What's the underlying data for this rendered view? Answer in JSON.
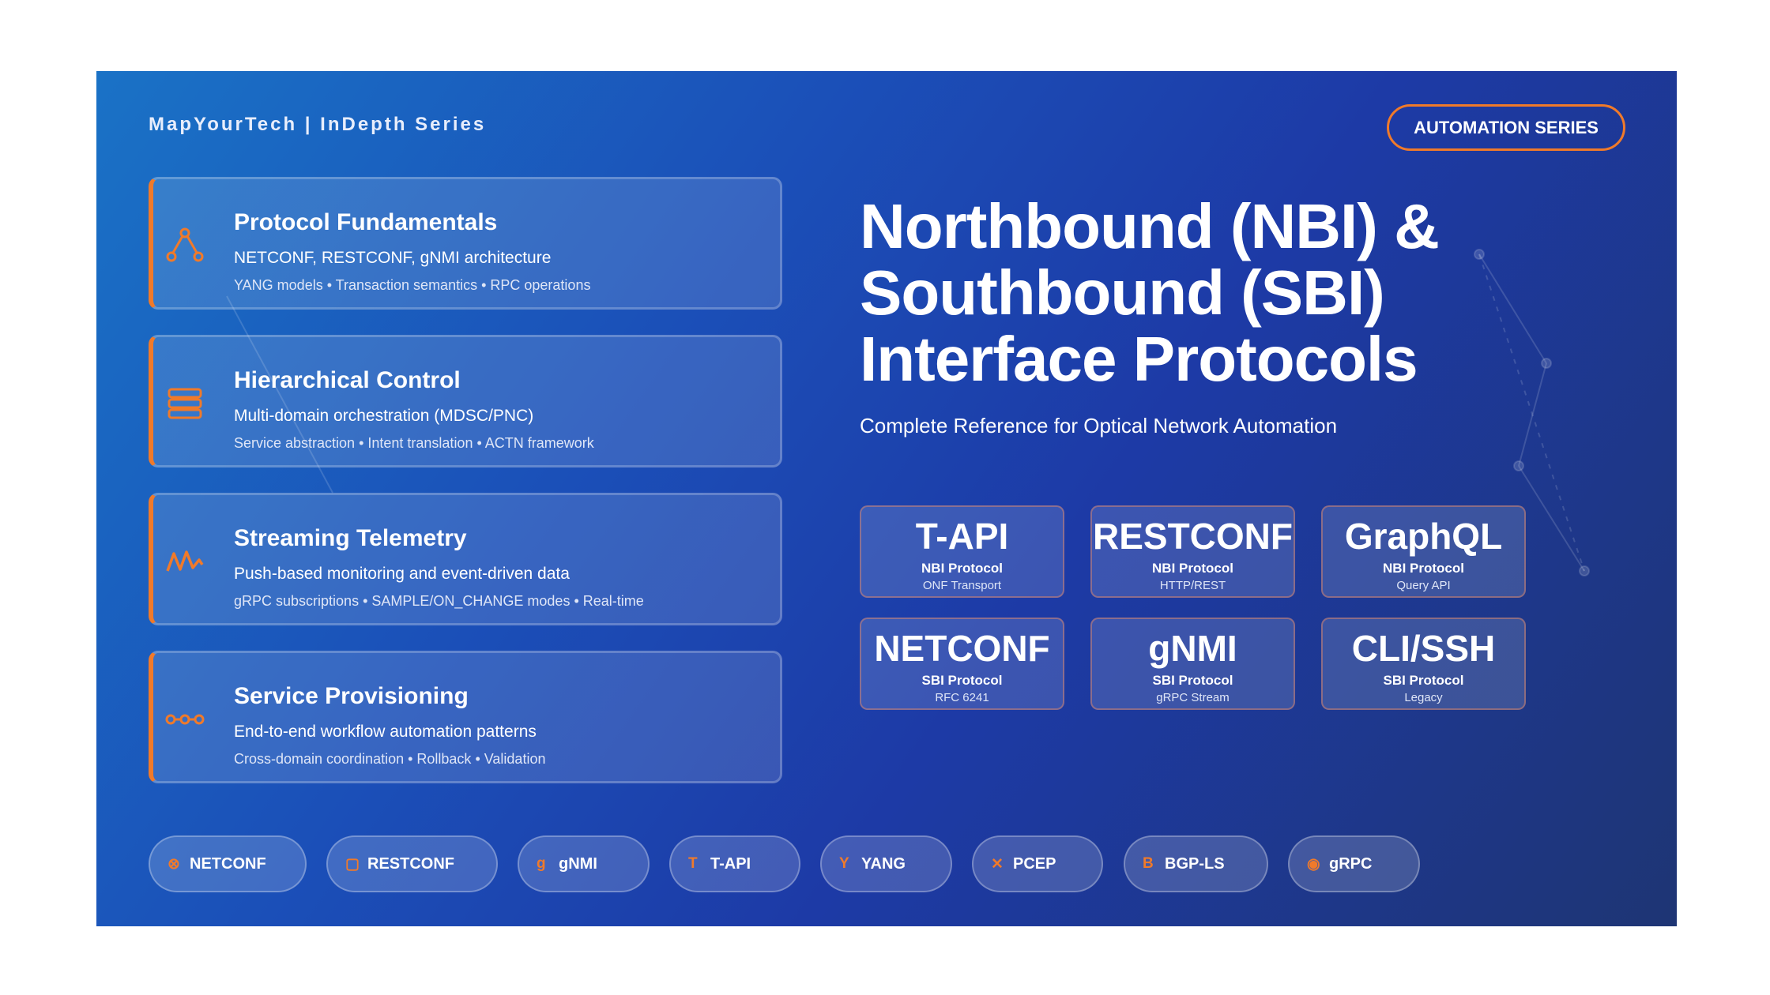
{
  "brand": "MapYourTech | InDepth Series",
  "badge": "AUTOMATION SERIES",
  "accent": "#f07a2a",
  "cards": [
    {
      "icon": "network-nodes-icon",
      "title": "Protocol Fundamentals",
      "subtitle": "NETCONF, RESTCONF, gNMI architecture",
      "meta": "YANG models • Transaction semantics • RPC operations"
    },
    {
      "icon": "layers-icon",
      "title": "Hierarchical Control",
      "subtitle": "Multi-domain orchestration (MDSC/PNC)",
      "meta": "Service abstraction • Intent translation • ACTN framework"
    },
    {
      "icon": "pulse-icon",
      "title": "Streaming Telemetry",
      "subtitle": "Push-based monitoring and event-driven data",
      "meta": "gRPC subscriptions • SAMPLE/ON_CHANGE modes • Real-time"
    },
    {
      "icon": "workflow-chain-icon",
      "title": "Service Provisioning",
      "subtitle": "End-to-end workflow automation patterns",
      "meta": "Cross-domain coordination • Rollback • Validation"
    }
  ],
  "title": {
    "line1": "Northbound (NBI) &",
    "line2": "Southbound (SBI)",
    "line3": "Interface Protocols"
  },
  "subtitle": "Complete Reference for Optical Network Automation",
  "protocols": [
    {
      "name": "T-API",
      "kind": "NBI Protocol",
      "desc": "ONF Transport"
    },
    {
      "name": "RESTCONF",
      "kind": "NBI Protocol",
      "desc": "HTTP/REST"
    },
    {
      "name": "GraphQL",
      "kind": "NBI Protocol",
      "desc": "Query API"
    },
    {
      "name": "NETCONF",
      "kind": "SBI Protocol",
      "desc": "RFC 6241"
    },
    {
      "name": "gNMI",
      "kind": "SBI Protocol",
      "desc": "gRPC Stream"
    },
    {
      "name": "CLI/SSH",
      "kind": "SBI Protocol",
      "desc": "Legacy"
    }
  ],
  "pills": [
    {
      "glyph": "⊗",
      "label": "NETCONF"
    },
    {
      "glyph": "▢",
      "label": "RESTCONF"
    },
    {
      "glyph": "g",
      "label": "gNMI"
    },
    {
      "glyph": "T",
      "label": "T-API"
    },
    {
      "glyph": "Y",
      "label": "YANG"
    },
    {
      "glyph": "✕",
      "label": "PCEP"
    },
    {
      "glyph": "B",
      "label": "BGP-LS"
    },
    {
      "glyph": "◉",
      "label": "gRPC"
    }
  ]
}
